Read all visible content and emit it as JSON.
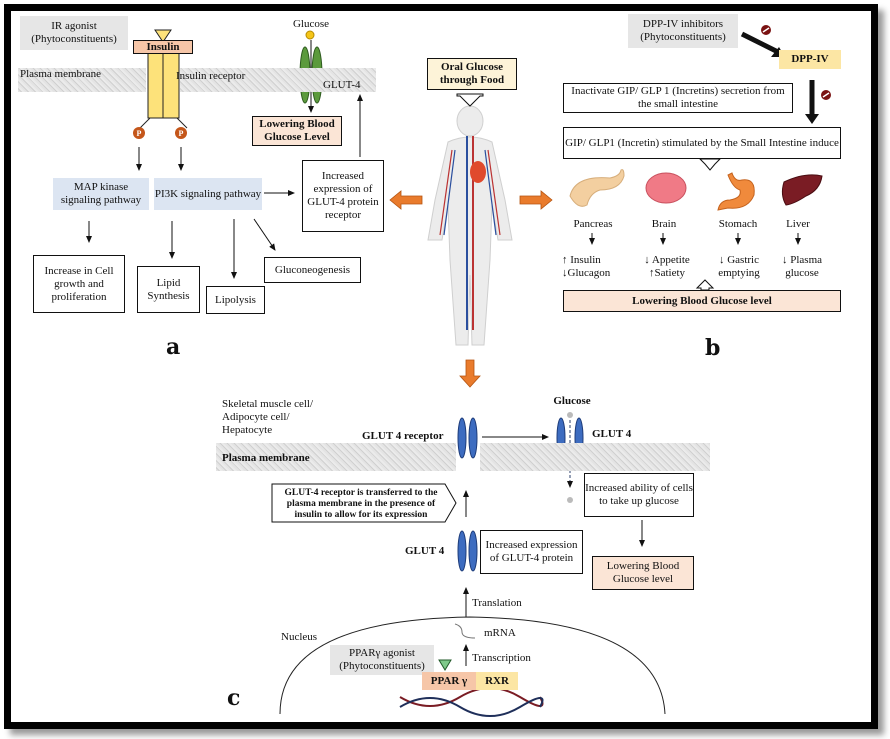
{
  "panel_a": {
    "label": "a",
    "ir_agonist": "IR agonist (Phytoconstituents)",
    "insulin": "Insulin",
    "plasma_membrane": "Plasma membrane",
    "insulin_receptor": "Insulin receptor",
    "phospho": "P",
    "glucose": "Glucose",
    "glut4": "GLUT-4",
    "lowering": "Lowering Blood Glucose Level",
    "map_kinase": "MAP kinase signaling pathway",
    "pi3k": "PI3K signaling pathway",
    "increased_expression": "Increased expression of GLUT-4 protein receptor",
    "cell_growth": "Increase in Cell growth and proliferation",
    "lipid_synthesis": "Lipid Synthesis",
    "lipolysis": "Lipolysis",
    "gluconeogenesis": "Gluconeogenesis"
  },
  "center": {
    "oral_glucose": "Oral Glucose through Food"
  },
  "panel_b": {
    "label": "b",
    "dpp_inhibitors": "DPP-IV inhibitors (Phytoconstituents)",
    "dpp_iv": "DPP-IV",
    "inactivate": "Inactivate GIP/ GLP 1 (Incretins) secretion from the small intestine",
    "stimulated": "GIP/ GLP1 (Incretin) stimulated by the Small Intestine induce",
    "organs": [
      {
        "name": "Pancreas",
        "effects": [
          "↑ Insulin",
          "↓Glucagon"
        ]
      },
      {
        "name": "Brain",
        "effects": [
          "↓ Appetite",
          "↑Satiety"
        ]
      },
      {
        "name": "Stomach",
        "effects": [
          "↓ Gastric",
          "emptying"
        ]
      },
      {
        "name": "Liver",
        "effects": [
          "↓ Plasma",
          "glucose"
        ]
      }
    ],
    "lowering": "Lowering Blood Glucose level"
  },
  "panel_c": {
    "label": "c",
    "cell_types": "Skeletal muscle cell/ Adipocyte cell/ Hepatocyte",
    "plasma_membrane": "Plasma membrane",
    "glut4_receptor": "GLUT 4 receptor",
    "glucose": "Glucose",
    "glut4_right": "GLUT 4",
    "transferred": "GLUT-4 receptor is transferred to the plasma membrane in the presence of insulin to allow for its expression",
    "increased_ability": "Increased ability of cells to take up glucose",
    "glut4_lower": "GLUT 4",
    "increased_expression": "Increased expression of GLUT-4 protein",
    "lowering": "Lowering Blood Glucose level",
    "translation": "Translation",
    "nucleus": "Nucleus",
    "mrna": "mRNA",
    "ppar_agonist": "PPARγ agonist (Phytoconstituents)",
    "transcription": "Transcription",
    "ppar": "PPAR γ",
    "rxr": "RXR"
  },
  "colors": {
    "arrow_orange": "#e97b2c",
    "insulin_box": "#f6c6a8",
    "receptor_yellow": "#fde27a",
    "glut_green": "#5b9a3c",
    "glut_blue": "#3d6cc0",
    "pathway_blue": "#dce5f2",
    "peach": "#fbe5d6",
    "dpp_yellow": "#fce6a4"
  }
}
